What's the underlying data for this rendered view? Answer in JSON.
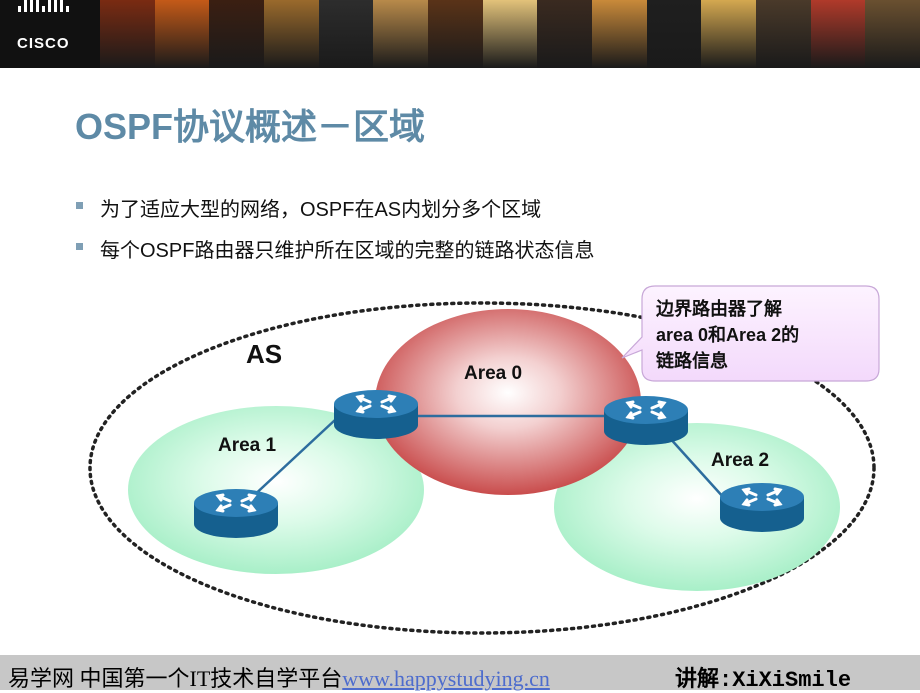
{
  "header": {
    "logo_text": "CISCO",
    "photo_colors": [
      "#7a2b12",
      "#c45a18",
      "#3b1f12",
      "#9a6a2c",
      "#2d2d2d",
      "#b88a4a",
      "#5a3318",
      "#e2c27a",
      "#3a2a20",
      "#c98a3a",
      "#1f1f1f",
      "#d4a850",
      "#4a3a2a",
      "#b03a2a",
      "#6a5030"
    ]
  },
  "slide": {
    "title": "OSPF协议概述－区域",
    "bullets": [
      "为了适应大型的网络，OSPF在AS内划分多个区域",
      "每个OSPF路由器只维护所在区域的完整的链路状态信息"
    ]
  },
  "diagram": {
    "as_label": "AS",
    "area0_label": "Area 0",
    "area1_label": "Area 1",
    "area2_label": "Area 2",
    "callout_lines": [
      "边界路由器了解",
      "area 0和Area 2的",
      "链路信息"
    ],
    "colors": {
      "area0": "#c94c4c",
      "area_green": "#a8efc8",
      "router": "#2d7fb6",
      "callout_bg": "#f3d9fb"
    }
  },
  "footer": {
    "site_text": "易学网 中国第一个IT技术自学平台",
    "url_text": "www.happystudying.cn",
    "author_text": "讲解:XiXiSmile"
  }
}
